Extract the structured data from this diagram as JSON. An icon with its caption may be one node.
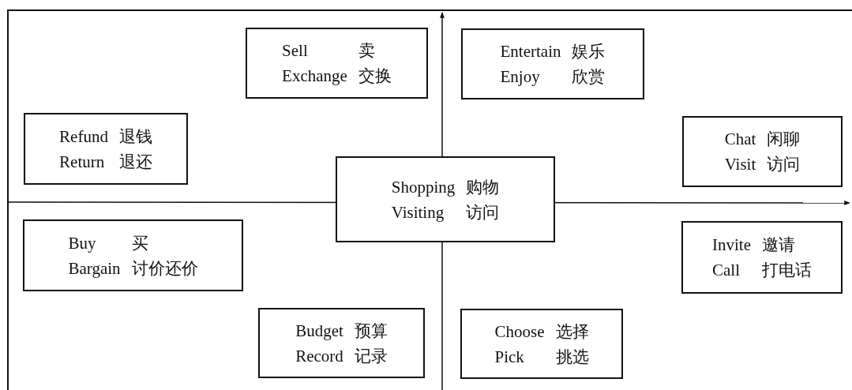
{
  "diagram": {
    "nodes": [
      {
        "text": [
          "Sell",
          "卖",
          "Exchange",
          "交换"
        ]
      },
      {
        "text": [
          "Entertain",
          "娱乐",
          "Enjoy",
          "欣赏"
        ]
      },
      {
        "text": [
          "Refund",
          "退钱",
          "Return",
          "退还"
        ]
      },
      {
        "text": [
          "Chat",
          "闲聊",
          "Visit",
          "访问"
        ]
      },
      {
        "text": [
          "Shopping",
          "购物",
          "Visiting",
          "访问"
        ]
      },
      {
        "text": [
          "Buy",
          "买",
          "Bargain",
          "讨价还价"
        ]
      },
      {
        "text": [
          "Invite",
          "邀请",
          "Call",
          "打电话"
        ]
      },
      {
        "text": [
          "Budget",
          "预算",
          "Record",
          "记录"
        ]
      },
      {
        "text": [
          "Choose",
          "选择",
          "Pick",
          "挑选"
        ]
      }
    ]
  }
}
